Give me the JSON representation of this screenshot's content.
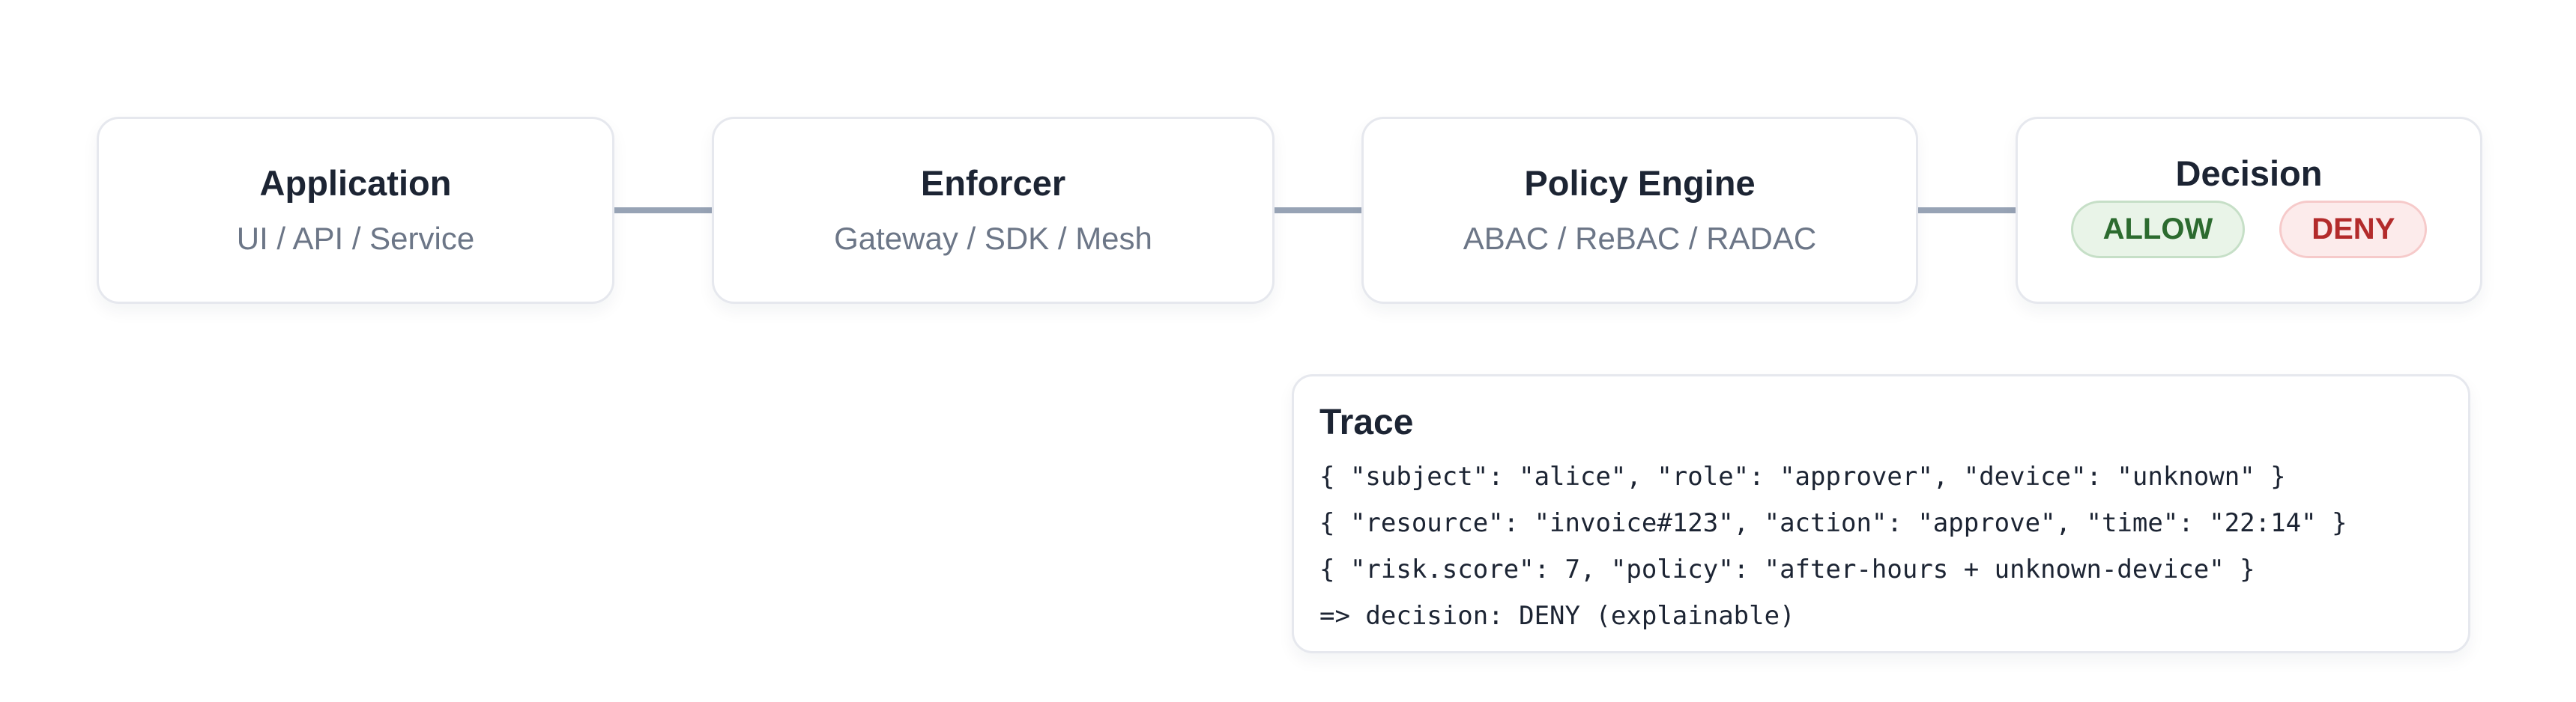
{
  "pipeline": {
    "stages": [
      {
        "title": "Application",
        "subtitle": "UI / API / Service"
      },
      {
        "title": "Enforcer",
        "subtitle": "Gateway / SDK / Mesh"
      },
      {
        "title": "Policy Engine",
        "subtitle": "ABAC / ReBAC / RADAC"
      }
    ],
    "decision": {
      "title": "Decision",
      "allow_label": "ALLOW",
      "deny_label": "DENY"
    }
  },
  "trace": {
    "title": "Trace",
    "lines": [
      "{ \"subject\": \"alice\", \"role\": \"approver\", \"device\": \"unknown\" }",
      "{ \"resource\": \"invoice#123\", \"action\": \"approve\", \"time\": \"22:14\" }",
      "{ \"risk.score\": 7, \"policy\": \"after-hours + unknown-device\" }",
      "=> decision: DENY (explainable)"
    ]
  },
  "colors": {
    "title_text": "#1c2433",
    "subtitle_text": "#6c7687",
    "box_border": "#e6e8ee",
    "connector": "#97a3b5",
    "allow_text": "#2c6b2f",
    "allow_bg": "#e9f4e8",
    "allow_border": "#c6dfc7",
    "deny_text": "#b32b2b",
    "deny_bg": "#fcebeb",
    "deny_border": "#f6caca"
  }
}
